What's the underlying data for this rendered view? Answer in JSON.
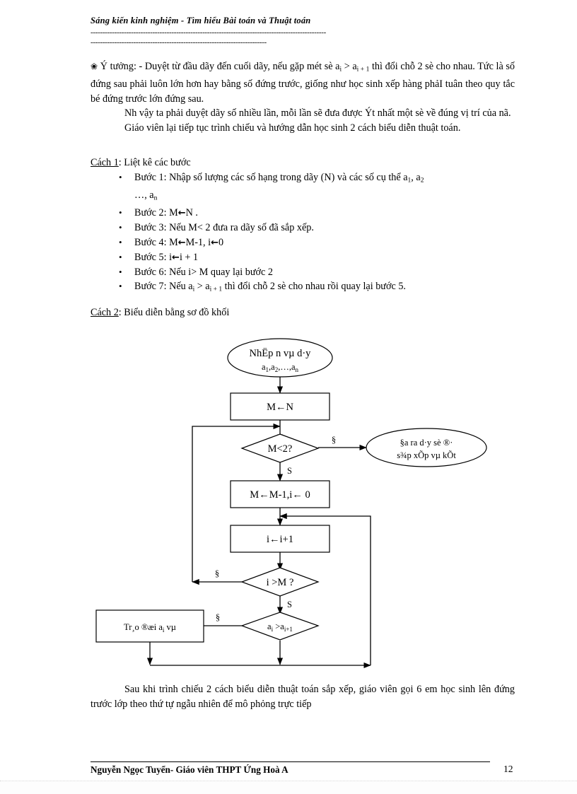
{
  "header": {
    "title": "Sáng kiến kinh nghiệm - Tìm hiểu Bài toán và Thuật toán",
    "rule_long": "---------------------------------------------------------------------------------------------------",
    "rule_short": "--------------------------------------------------------------------------"
  },
  "body": {
    "idea_bullet": "❀",
    "idea_label": "Ý tưởng:",
    "para1_a": " - Duyệt từ đầu dãy đến cuối dãy, nếu gặp mét sè a",
    "para1_sub1": "i",
    "para1_b": " > a",
    "para1_sub2": "i + 1",
    "para1_c": " thì đổi chỗ 2 sè cho nhau. Tức là số đứng sau phải luôn lớn hơn hay bằng số đứng trước, giống như học sinh xếp hàng phảI tuân theo quy tắc bé đứng trước lớn đứng sau.",
    "para2": "Nh  vậy ta phải duyệt dãy số nhiều lần, mỗi lần sẽ đưa được Ýt nhất một sè về đúng vị trí của nã.",
    "para3": "Giáo viên lại tiếp tục trình chiếu và hướng dẫn học sinh 2 cách biểu diễn thuật toán."
  },
  "cach1": {
    "label": "Cách 1",
    "rest": ": Liệt kê các bước"
  },
  "cach2": {
    "label": "Cách 2",
    "rest": ": Biểu diễn bằng sơ đồ khối"
  },
  "steps": {
    "bullet": "•",
    "items": [
      {
        "pre": "Bước 1: Nhập  số lượng các số hạng  trong dãy (N) và  các số cụ thể a",
        "sub1": "1",
        "mid": ", a",
        "sub2": "2",
        "cont_pre": "…, a",
        "cont_sub": "n"
      },
      {
        "pre": "Bước 2: M",
        "arrow": "←",
        "post": "N ."
      },
      {
        "pre": "Bước 3: Nếu M< 2 đưa ra dãy số đã sắp xếp."
      },
      {
        "pre": "Bước 4: M",
        "arrow": "←",
        "mid": "M-1, i",
        "arrow2": "←",
        "post": "0"
      },
      {
        "pre": "Bước 5: i",
        "arrow": "←",
        "post": "i + 1"
      },
      {
        "pre": "Bước 6: Nếu i> M quay  lại bước 2"
      },
      {
        "pre": "Bước 7: Nếu a",
        "sub1": "i",
        "mid": " > a",
        "sub2": "i + 1",
        "post": "  thì đổi chỗ 2 sè cho nhau  rồi quay  lại bước 5."
      }
    ]
  },
  "flowchart": {
    "start_line1": "NhËp n vµ d·y",
    "start_line2_pre": "a",
    "start_line2": "a₁,a₂,…,a",
    "assign_m_n": "M←N",
    "decision_m2": "M<2?",
    "output_line1": "§a  ra d·y sè ®·",
    "output_line2": "s¾p xÕp vµ kÕt",
    "assign_m_i": "M←M-1,i← 0",
    "assign_i": "i←i+1",
    "decision_igm": "i >M ?",
    "decision_ai": "a",
    "decision_ai_sub": "i",
    "decision_ai_mid": " >a",
    "decision_ai_sub2": "i+1",
    "swap_box": "Tr¸o  ®æi a",
    "swap_box_sub": "i",
    "swap_box_post": " vµ",
    "label_dung": "§",
    "label_sai": "S"
  },
  "closing": {
    "text": "Sau khi trình chiếu 2 cách biểu diễn thuật toán sắp xếp, giáo viên gọi 6 em học sinh lên đứng trước lớp theo thứ tự ngẫu nhiên để mô phỏng trực tiếp"
  },
  "footer": {
    "author": "Nguyễn  Ngọc Tuyển- Giáo viên THPT Ứng Hoà A",
    "page_number": "12"
  }
}
